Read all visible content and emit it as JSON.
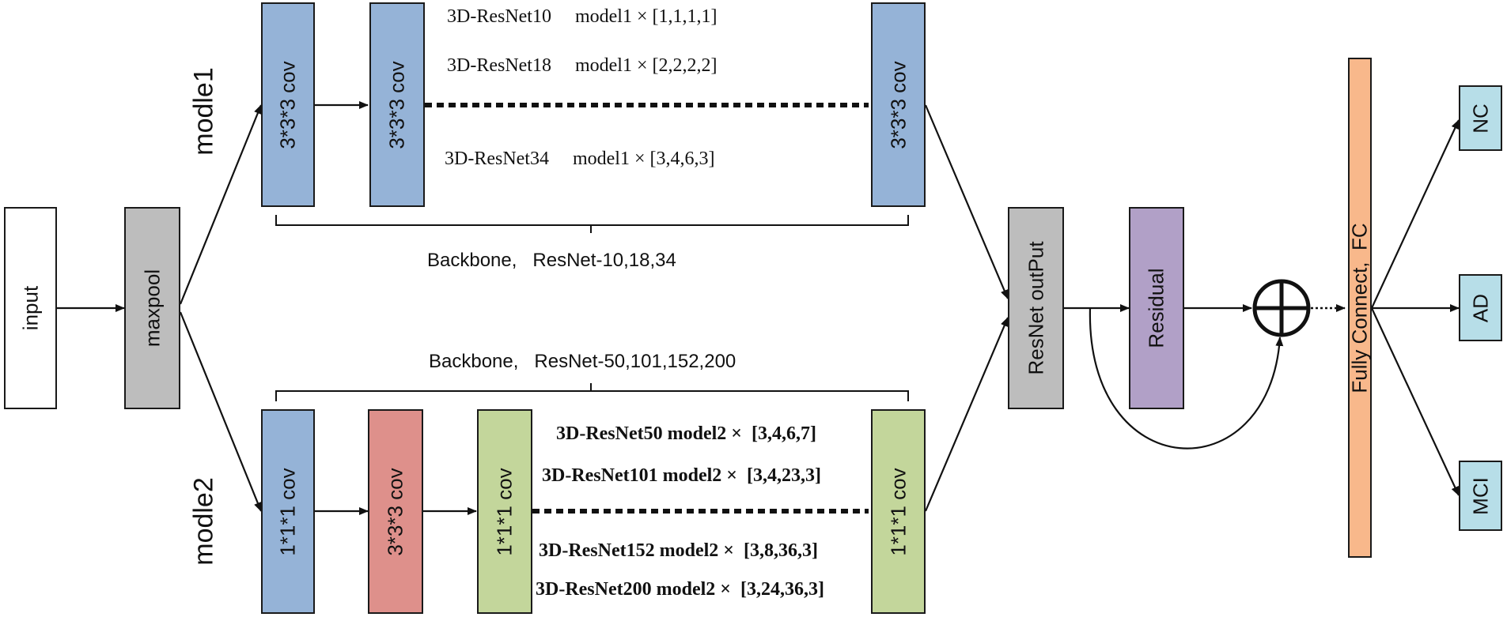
{
  "colors": {
    "blue": "#95b3d7",
    "gray": "#bdbdbd",
    "red": "#de908b",
    "green": "#c3d69b",
    "purple": "#b1a0c7",
    "orange": "#f8b88b",
    "cyan": "#b7dee8",
    "white": "#ffffff"
  },
  "nodes": {
    "input": "input",
    "maxpool": "maxpool",
    "m1_conv1": "3*3*3 cov",
    "m1_conv2": "3*3*3 cov",
    "m1_conv3": "3*3*3 cov",
    "m2_conv1": "1*1*1 cov",
    "m2_conv2": "3*3*3 cov",
    "m2_conv3": "1*1*1 cov",
    "m2_conv4": "1*1*1 cov",
    "resnet_output": "ResNet outPut",
    "residual": "Residual",
    "fully_connect": "Fully Connect,  FC",
    "nc": "NC",
    "ad": "AD",
    "mci": "MCI"
  },
  "labels": {
    "modle1": "modle1",
    "modle2": "modle2",
    "backbone1": "Backbone,   ResNet-10,18,34",
    "backbone2": "Backbone,   ResNet-50,101,152,200"
  },
  "model1_notes": [
    "3D-ResNet10     model1 × [1,1,1,1]",
    "3D-ResNet18     model1 × [2,2,2,2]",
    "3D-ResNet34     model1 × [3,4,6,3]"
  ],
  "model2_notes": [
    "3D-ResNet50 model2 ×  [3,4,6,7]",
    "3D-ResNet101 model2 ×  [3,4,23,3]",
    "3D-ResNet152 model2 ×  [3,8,36,3]",
    "3D-ResNet200 model2 ×  [3,24,36,3]"
  ]
}
